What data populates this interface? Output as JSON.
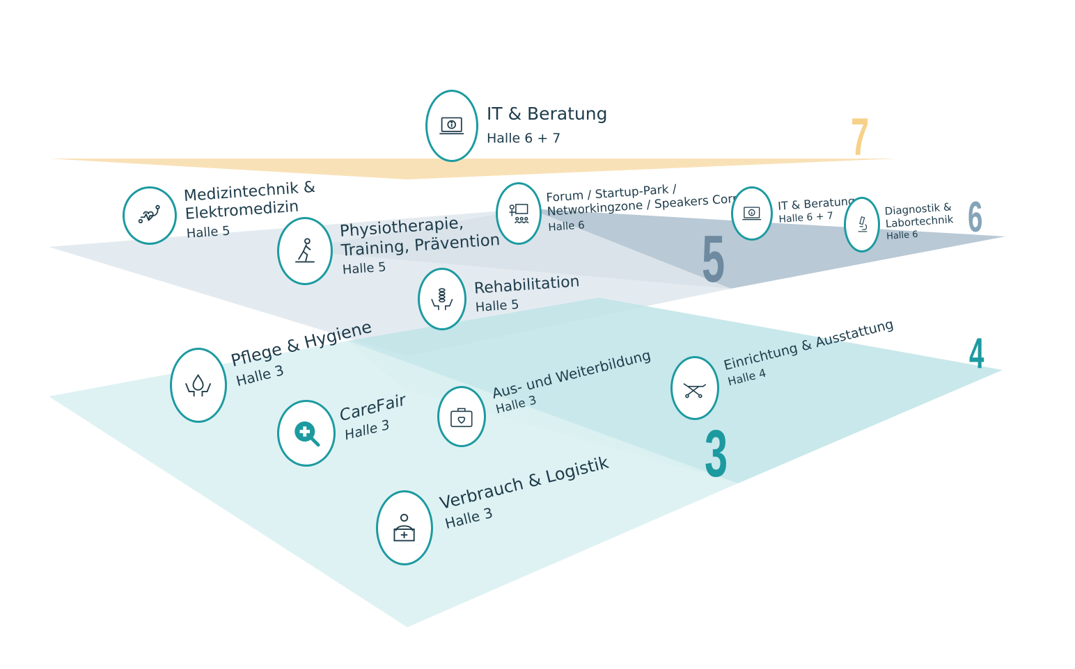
{
  "colors": {
    "level7": "#f7d9a2",
    "level6": "#a8bccb",
    "level5": "#dde6ec",
    "level4": "#bfe4e6",
    "level3": "#dcf0f1",
    "accent": "#1c9aa0",
    "text": "#1d3b4a"
  },
  "levels": {
    "l7": {
      "number": "7",
      "color": "#f7d18a"
    },
    "l6": {
      "number": "6",
      "color": "#86a4b8"
    },
    "l5": {
      "number": "5",
      "color": "#6d8aa0"
    },
    "l4": {
      "number": "4",
      "color": "#1c9aa0"
    },
    "l3": {
      "number": "3",
      "color": "#1c9aa0"
    }
  },
  "items": {
    "it_top": {
      "title": "IT & Beratung",
      "sub": "Halle 6 + 7",
      "icon": "laptop-info-icon"
    },
    "medizintechnik": {
      "title1": "Medizintechnik &",
      "title2": "Elektromedizin",
      "sub": "Halle 5",
      "icon": "stethoscope-heart-icon"
    },
    "physio": {
      "title1": "Physiotherapie,",
      "title2": "Training, Prävention",
      "sub": "Halle 5",
      "icon": "runner-icon"
    },
    "forum": {
      "title1": "Forum / Startup-Park /",
      "title2": "Networkingzone / Speakers Corner",
      "sub": "Halle 6",
      "icon": "presentation-icon"
    },
    "it_right": {
      "title": "IT & Beratung",
      "sub": "Halle 6 + 7",
      "icon": "laptop-info-icon"
    },
    "diagnostik": {
      "title1": "Diagnostik &",
      "title2": "Labortechnik",
      "sub": "Halle 6",
      "icon": "microscope-icon"
    },
    "reha": {
      "title": "Rehabilitation",
      "sub": "Halle 5",
      "icon": "spine-hands-icon"
    },
    "pflege": {
      "title": "Pflege & Hygiene",
      "sub": "Halle 3",
      "icon": "drop-hands-icon"
    },
    "carefair": {
      "title": "CareFair",
      "sub": "Halle 3",
      "icon": "carefair-magnifier-icon"
    },
    "aus": {
      "title": "Aus- und Weiterbildung",
      "sub": "Halle 3",
      "icon": "medical-case-icon"
    },
    "einrichtung": {
      "title": "Einrichtung & Ausstattung",
      "sub": "Halle 4",
      "icon": "stretcher-icon"
    },
    "verbrauch": {
      "title": "Verbrauch & Logistik",
      "sub": "Halle 3",
      "icon": "person-box-icon"
    }
  }
}
